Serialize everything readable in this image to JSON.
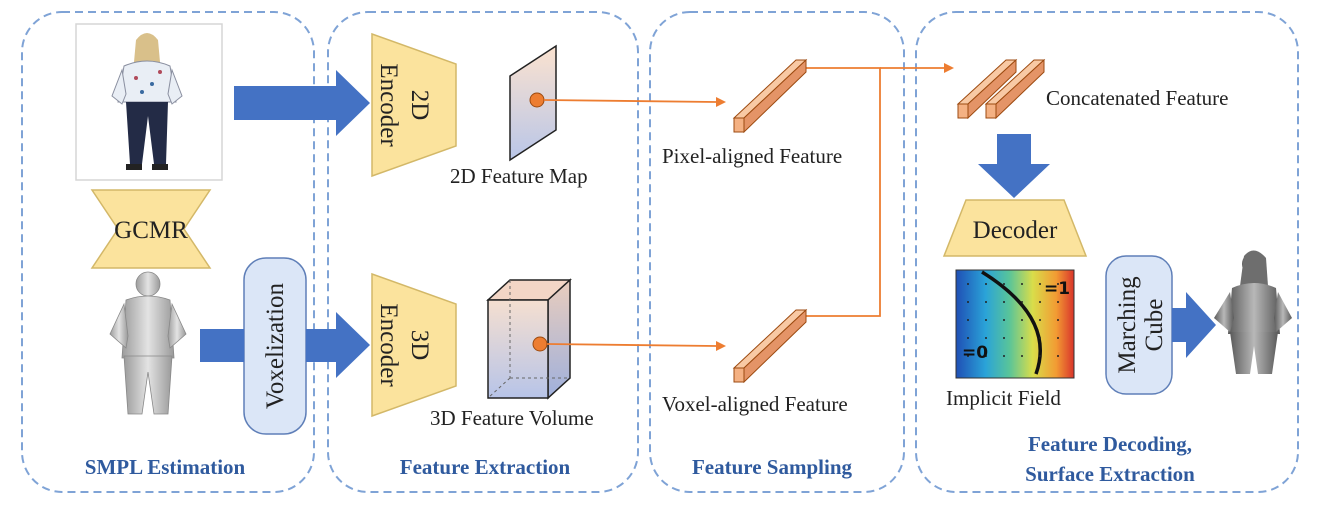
{
  "panels": {
    "smpl": {
      "title": "SMPL Estimation"
    },
    "extraction": {
      "title": "Feature Extraction"
    },
    "sampling": {
      "title": "Feature Sampling"
    },
    "decoding": {
      "title_line1": "Feature Decoding,",
      "title_line2": "Surface Extraction"
    }
  },
  "blocks": {
    "gcmr": "GCMR",
    "voxelization": "Voxelization",
    "encoder_2d_line1": "2D",
    "encoder_2d_line2": "Encoder",
    "encoder_3d_line1": "3D",
    "encoder_3d_line2": "Encoder",
    "decoder": "Decoder",
    "marching_line1": "Marching",
    "marching_line2": "Cube"
  },
  "labels": {
    "feature_map_2d": "2D Feature Map",
    "feature_volume_3d": "3D Feature Volume",
    "pixel_feature": "Pixel-aligned Feature",
    "voxel_feature": "Voxel-aligned Feature",
    "concat_feature": "Concatenated Feature",
    "implicit_field": "Implicit Field",
    "field_one": "=1",
    "field_zero": "=0"
  },
  "colors": {
    "panel_border": "#7fa3d6",
    "title_blue": "#2f5a9e",
    "arrow_blue": "#4472c4",
    "block_yellow": "#fbe39d",
    "block_blue": "#dbe6f7",
    "feature_orange": "#f4b183",
    "line_orange": "#ed7d31"
  }
}
